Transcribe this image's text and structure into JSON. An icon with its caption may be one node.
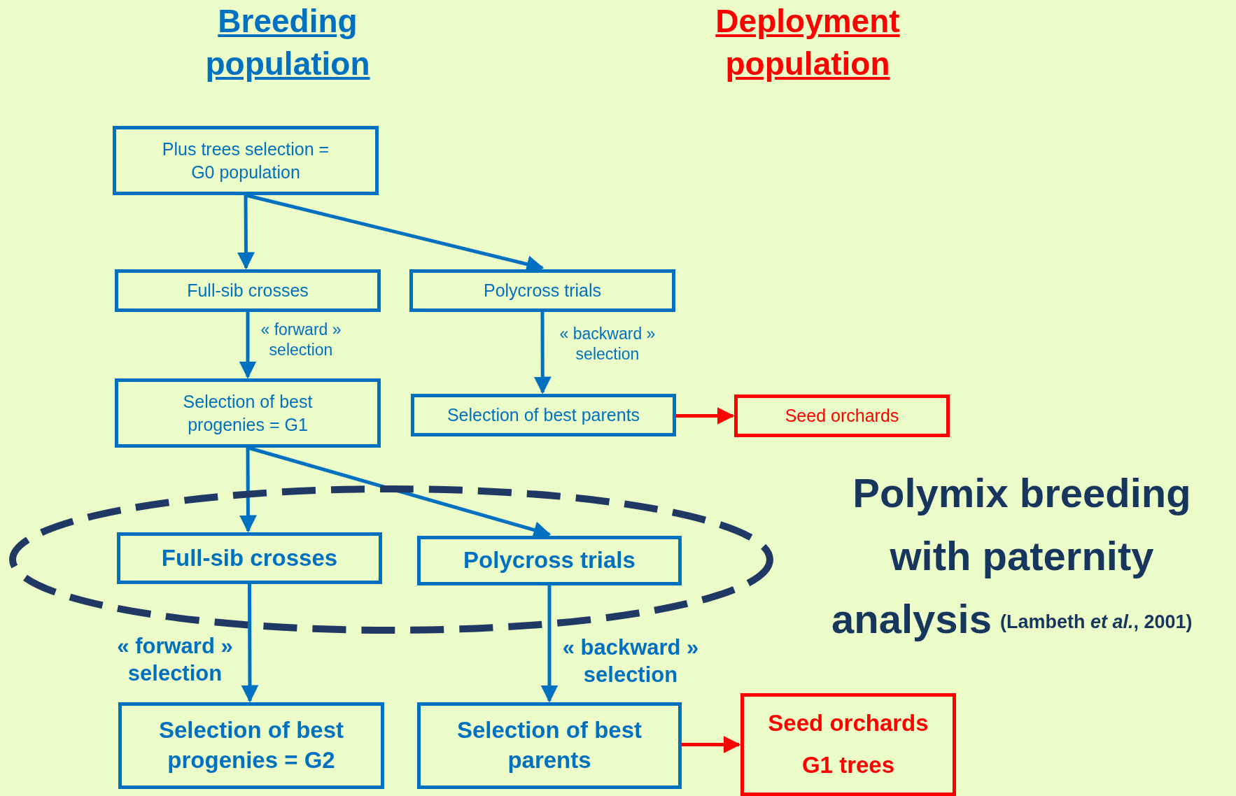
{
  "diagram": {
    "title": "Polymix breeding with paternity analysis",
    "nodes": [
      {
        "text": [
          "Plus trees selection = G0 population"
        ]
      },
      {
        "text": [
          "Full-sib crosses"
        ]
      },
      {
        "text": [
          "Polycross trials"
        ]
      },
      {
        "text": [
          "Selection of best progenies = G1"
        ]
      },
      {
        "text": [
          "Selection of best parents"
        ]
      },
      {
        "text": [
          "Seed orchards"
        ]
      },
      {
        "text": [
          "Full-sib crosses"
        ]
      },
      {
        "text": [
          "Polycross trials"
        ]
      },
      {
        "text": [
          "Selection of best progenies = G2"
        ]
      },
      {
        "text": [
          "Selection of best parents"
        ]
      },
      {
        "text": [
          "Seed orchards",
          "G1 trees"
        ]
      }
    ],
    "edges": [
      {
        "from": 0,
        "to": 1,
        "arrow": "to"
      },
      {
        "from": 0,
        "to": 2,
        "arrow": "to"
      },
      {
        "from": 1,
        "to": 3,
        "arrow": "to",
        "label": "« forward » selection"
      },
      {
        "from": 2,
        "to": 4,
        "arrow": "to",
        "label": "« backward » selection"
      },
      {
        "from": 4,
        "to": 5,
        "arrow": "to",
        "color": "#ff0000"
      },
      {
        "from": 3,
        "to": 6,
        "arrow": "to"
      },
      {
        "from": 3,
        "to": 7,
        "arrow": "to"
      },
      {
        "from": 6,
        "to": 8,
        "arrow": "to",
        "label": "« forward » selection"
      },
      {
        "from": 7,
        "to": 9,
        "arrow": "to",
        "label": "« backward » selection"
      },
      {
        "from": 9,
        "to": 10,
        "arrow": "to",
        "color": "#ff0000"
      }
    ],
    "labels": [
      "Breeding population",
      "Deployment population",
      "(Lambeth *et al.*, 2001)"
    ]
  }
}
